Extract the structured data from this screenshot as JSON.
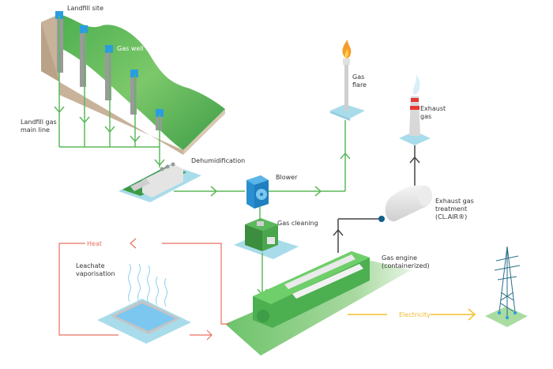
{
  "title": "Landfill gas to energy process",
  "labels": {
    "landfill_site": "Landfill site",
    "gas_well": "Gas well",
    "landfill_gas_main_line": "Landfill gas\nmain line",
    "dehumidification": "Dehumidification",
    "blower": "Blower",
    "gas_flare": "Gas\nflare",
    "exhaust_gas": "Exhaust\ngas",
    "exhaust_gas_treatment": "Exhaust gas\ntreatment\n(CL.AIR®)",
    "gas_cleaning": "Gas cleaning",
    "gas_engine": "Gas engine\n(containerized)",
    "heat": "Heat",
    "leachate_vaporisation": "Leachate\nvaporisation",
    "electricity": "Electricity"
  },
  "flows": [
    {
      "name": "gas",
      "color": "#5cb85c"
    },
    {
      "name": "exhaust",
      "color": "#444444"
    },
    {
      "name": "heat",
      "color": "#e8705f"
    },
    {
      "name": "electricity",
      "color": "#f2c12e"
    }
  ],
  "icons": {
    "landfill": "landfill-hill-icon",
    "gas_well": "gas-well-icon",
    "dehumidifier": "dehumidifier-icon",
    "blower": "blower-fan-icon",
    "flare": "gas-flare-icon",
    "chimney": "chimney-icon",
    "catalyst": "exhaust-treatment-icon",
    "cleaning": "gas-cleaning-container-icon",
    "engine": "gas-engine-icon",
    "pond": "leachate-pond-icon",
    "pylon": "power-pylon-icon"
  }
}
